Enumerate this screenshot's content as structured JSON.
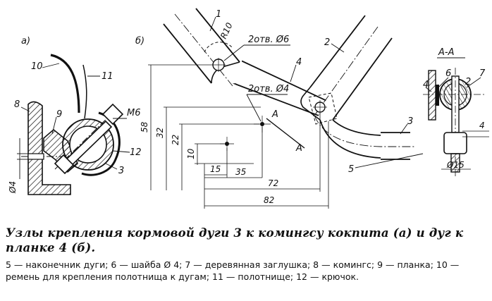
{
  "figure": {
    "panel_a_label": "а)",
    "panel_b_label": "б)",
    "section_label": "А-А",
    "section_letter_1": "А",
    "section_letter_2": "А",
    "callouts_a": [
      "8",
      "9",
      "10",
      "11",
      "12",
      "3"
    ],
    "bolt_label": "М6",
    "dim_phi4_a": "Ø4",
    "callouts_b": [
      "1",
      "2",
      "3",
      "4",
      "5"
    ],
    "radius_label": "R10",
    "holes_note_1": "2отв. Ø6",
    "holes_note_2": "2отв. Ø4",
    "dims_vertical": [
      "58",
      "32",
      "22",
      "10"
    ],
    "dims_horizontal": [
      "15",
      "35",
      "72",
      "82"
    ],
    "callouts_aa": [
      "4",
      "6",
      "2",
      "7"
    ],
    "dim_4_aa": "4",
    "dim_phi15": "Ø15"
  },
  "caption": "Узлы крепления кормовой дуги 3 к комингсу кокпита (а) и дуг к планке 4 (б).",
  "legend": "5 — наконечник дуги; 6 — шайба Ø 4; 7 — деревянная заглушка; 8 — комингс; 9 — планка; 10 — ремень для крепления полотнища к дугам; 11 — полотнище; 12 — крючок."
}
